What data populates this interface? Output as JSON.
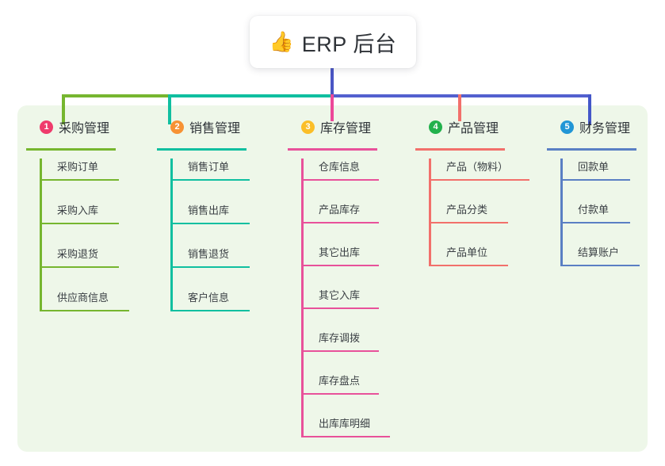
{
  "root": {
    "icon": "thumbs-up-icon",
    "icon_glyph": "👍",
    "title": "ERP 后台"
  },
  "palette": {
    "panel_bg": "#eef7e9",
    "canvas_bg": "#ffffff",
    "trunk": "#4a56c4",
    "bus_green": "#76b62f",
    "bus_teal": "#10bfa0",
    "bus_blue": "#5360cf"
  },
  "columns": [
    {
      "index": "1",
      "badge_color": "#ef3b6c",
      "line_color": "#76b62f",
      "title": "采购管理",
      "leaves": [
        {
          "label": "采购订单",
          "width": 100
        },
        {
          "label": "采购入库",
          "width": 100
        },
        {
          "label": "采购退货",
          "width": 100
        },
        {
          "label": "供应商信息",
          "width": 113
        }
      ]
    },
    {
      "index": "2",
      "badge_color": "#f79234",
      "line_color": "#10bfa0",
      "title": "销售管理",
      "leaves": [
        {
          "label": "销售订单",
          "width": 100
        },
        {
          "label": "销售出库",
          "width": 100
        },
        {
          "label": "销售退货",
          "width": 100
        },
        {
          "label": "客户信息",
          "width": 100
        }
      ]
    },
    {
      "index": "3",
      "badge_color": "#fbbe28",
      "line_color": "#e8519a",
      "title": "库存管理",
      "leaves": [
        {
          "label": "仓库信息",
          "width": 98
        },
        {
          "label": "产品库存",
          "width": 98
        },
        {
          "label": "其它出库",
          "width": 98
        },
        {
          "label": "其它入库",
          "width": 98
        },
        {
          "label": "库存调拨",
          "width": 98
        },
        {
          "label": "库存盘点",
          "width": 98
        },
        {
          "label": "出库库明细",
          "width": 112
        }
      ]
    },
    {
      "index": "4",
      "badge_color": "#22b14c",
      "line_color": "#f2706b",
      "title": "产品管理",
      "leaves": [
        {
          "label": "产品（物料）",
          "width": 127
        },
        {
          "label": "产品分类",
          "width": 100
        },
        {
          "label": "产品单位",
          "width": 100
        }
      ]
    },
    {
      "index": "5",
      "badge_color": "#2196d6",
      "line_color": "#5a7fc4",
      "title": "财务管理",
      "leaves": [
        {
          "label": "回款单",
          "width": 88
        },
        {
          "label": "付款单",
          "width": 88
        },
        {
          "label": "结算账户",
          "width": 100
        }
      ]
    }
  ]
}
